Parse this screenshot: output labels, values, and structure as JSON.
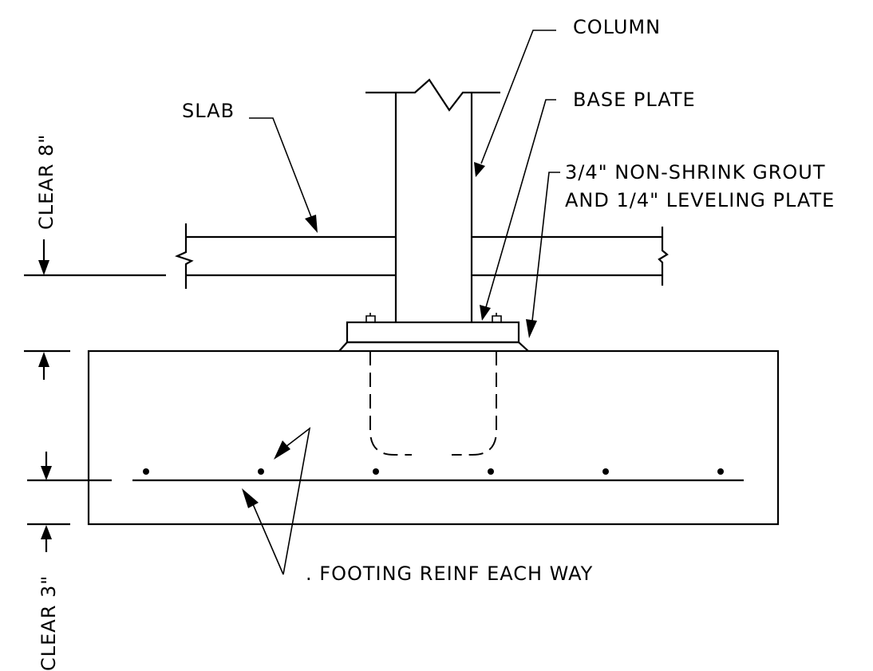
{
  "labels": {
    "column": "COLUMN",
    "base_plate": "BASE PLATE",
    "slab": "SLAB",
    "grout_line1": "3/4\" NON-SHRINK GROUT",
    "grout_line2": "AND 1/4\" LEVELING PLATE",
    "clear_top": "CLEAR 8\"",
    "clear_bottom": "CLEAR 3\"",
    "footing_reinf": ". FOOTING REINF EACH WAY"
  },
  "colors": {
    "line": "#000000",
    "background": "#ffffff"
  }
}
